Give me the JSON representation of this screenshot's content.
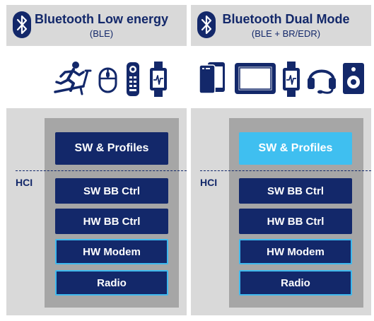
{
  "left": {
    "title": "Bluetooth Low energy",
    "subtitle": "(BLE)",
    "icons": [
      "treadmill-runner-icon",
      "computer-mouse-icon",
      "remote-control-icon",
      "smartwatch-icon"
    ],
    "hci_label": "HCI",
    "blocks": [
      "SW & Profiles",
      "SW BB Ctrl",
      "HW BB Ctrl",
      "HW Modem",
      "Radio"
    ]
  },
  "right": {
    "title": "Bluetooth Dual Mode",
    "subtitle": "(BLE + BR/EDR)",
    "icons": [
      "smartphone-icon",
      "tablet-icon",
      "smartwatch-icon",
      "headset-icon",
      "speaker-icon"
    ],
    "hci_label": "HCI",
    "blocks": [
      "SW & Profiles",
      "SW BB Ctrl",
      "HW BB Ctrl",
      "HW Modem",
      "Radio"
    ]
  },
  "colors": {
    "navy": "#13286a",
    "highlight_border": "#3fb9ee",
    "highlight_fill": "#3fbff0",
    "panel": "#d9d9d9",
    "inner": "#a6a6a6"
  }
}
